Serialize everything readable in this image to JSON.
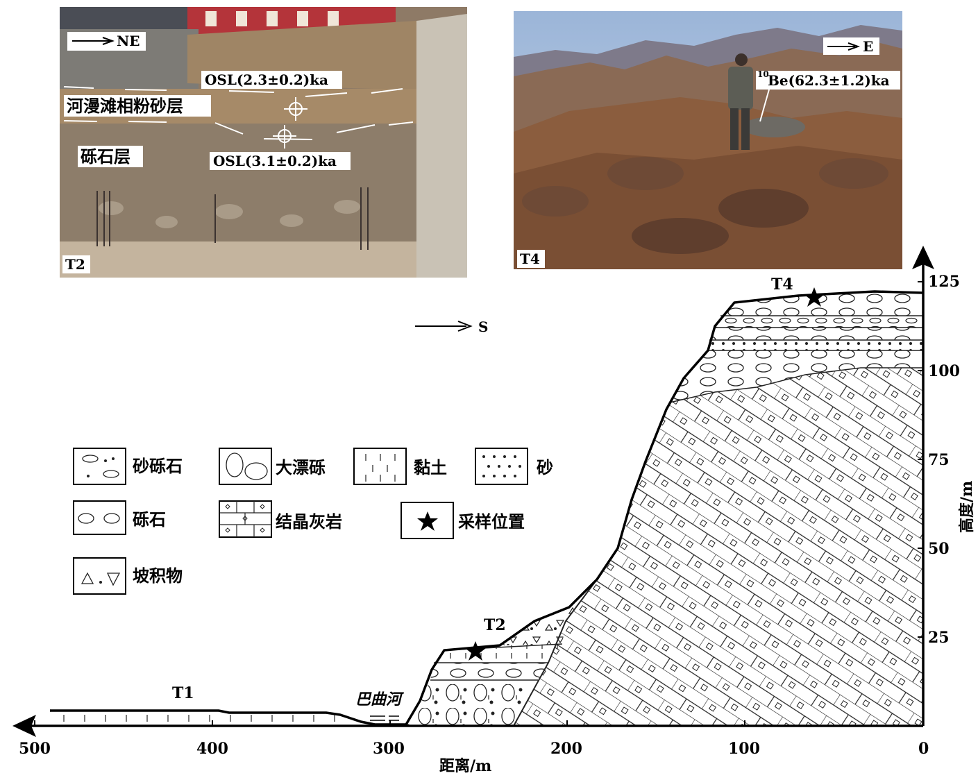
{
  "photo_t2": {
    "direction": "NE",
    "osl_upper": "OSL(2.3±0.2)ka",
    "osl_lower": "OSL(3.1±0.2)ka",
    "floodplain_silt": "河漫滩相粉砂层",
    "gravel_layer": "砾石层",
    "panel_label": "T2"
  },
  "photo_t4": {
    "direction": "E",
    "be_label": "Be(62.3±1.2)ka",
    "be_superscript": "10",
    "panel_label": "T4"
  },
  "profile": {
    "direction": "S",
    "terrace_labels": {
      "t1": "T1",
      "t2": "T2",
      "t4": "T4"
    },
    "river": "巴曲河"
  },
  "axes": {
    "x_label": "距离/m",
    "x_ticks": [
      "500",
      "400",
      "300",
      "200",
      "100",
      "0"
    ],
    "y_label": "高度/m",
    "y_ticks": [
      "125",
      "100",
      "75",
      "50",
      "25"
    ]
  },
  "legend": [
    {
      "key": "sandy-gravel",
      "label": "砂砾石"
    },
    {
      "key": "boulder",
      "label": "大漂砾"
    },
    {
      "key": "clay",
      "label": "黏土"
    },
    {
      "key": "sand",
      "label": "砂"
    },
    {
      "key": "gravel",
      "label": "砾石"
    },
    {
      "key": "crystalline-limestone",
      "label": "结晶灰岩"
    },
    {
      "key": "sample-location",
      "label": "采样位置"
    },
    {
      "key": "colluvium",
      "label": "坡积物"
    }
  ]
}
